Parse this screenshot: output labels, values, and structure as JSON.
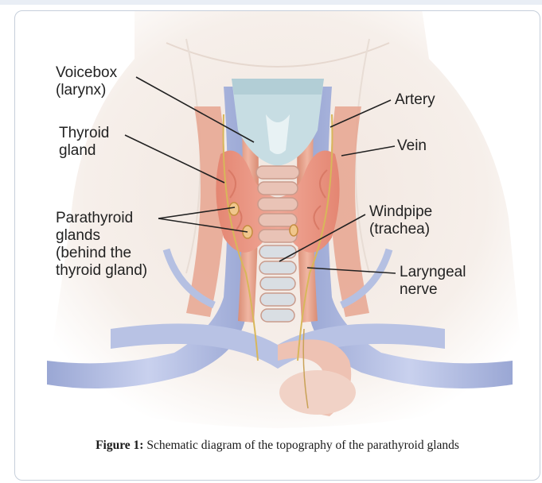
{
  "labels": {
    "voicebox": "Voicebox\n(larynx)",
    "thyroid": "Thyroid\ngland",
    "parathyroid": "Parathyroid\nglands\n(behind the\nthyroid gland)",
    "artery": "Artery",
    "vein": "Vein",
    "windpipe": "Windpipe\n(trachea)",
    "laryngeal": "Laryngeal\nnerve"
  },
  "caption": {
    "prefix": "Figure 1:",
    "text": " Schematic diagram of the topography of the parathyroid glands"
  },
  "colors": {
    "artery": "#e8a38c",
    "vein": "#b5c0e2",
    "thyroid": "#e88f7c",
    "larynx": "#c7dde3",
    "trachea": "#e9c3b6",
    "nerve": "#d8b75a",
    "skin": "#f4eee9"
  }
}
